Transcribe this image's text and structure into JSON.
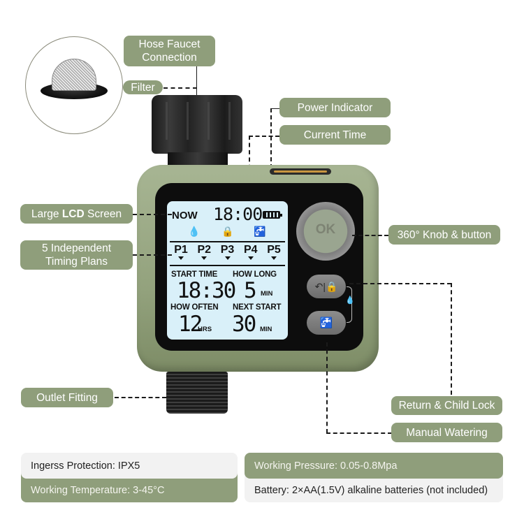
{
  "callouts": {
    "hose_faucet_connection": "Hose Faucet\nConnection",
    "hose_faucet_line1": "Hose Faucet",
    "hose_faucet_line2": "Connection",
    "filter": "Filter",
    "power_indicator": "Power Indicator",
    "current_time": "Current Time",
    "large_lcd_prefix": "Large ",
    "large_lcd_bold": "LCD",
    "large_lcd_suffix": " Screen",
    "timing_plans_line1": "5 Independent",
    "timing_plans_line2": "Timing Plans",
    "knob_button": "360° Knob & button",
    "outlet_fitting": "Outlet Fitting",
    "return_child_lock": "Return & Child Lock",
    "manual_watering": "Manual Watering"
  },
  "lcd": {
    "now_label": "NOW",
    "current_time": "18:00",
    "battery_icon": "battery-full-icon",
    "status_icons": [
      "water-drop-icon",
      "lock-icon",
      "faucet-icon"
    ],
    "plans": [
      "P1",
      "P2",
      "P3",
      "P4",
      "P5"
    ],
    "start_time_label": "START TIME",
    "start_time_value": "18:30",
    "how_long_label": "HOW LONG",
    "how_long_value": "5",
    "how_long_unit": "MIN",
    "how_often_label": "HOW OFTEN",
    "how_often_value": "12",
    "how_often_unit": "HRS",
    "next_start_label": "NEXT START",
    "next_start_value": "30",
    "next_start_unit": "MIN"
  },
  "controls": {
    "knob_label": "OK",
    "return_button_glyph": "↶|🔒",
    "manual_button_glyph": "🚰"
  },
  "specs": {
    "ingress_protection": "Ingerss Protection: IPX5",
    "working_temperature": "Working Temperature: 3-45°C",
    "working_pressure": "Working Pressure: 0.05-0.8Mpa",
    "battery": "Battery: 2×AA(1.5V) alkaline batteries (not included)"
  },
  "colors": {
    "label_green": "#8f9e7b",
    "device_green": "#9cab86",
    "lcd_background": "#d9f0f9",
    "spec_light": "#f2f2f2"
  }
}
